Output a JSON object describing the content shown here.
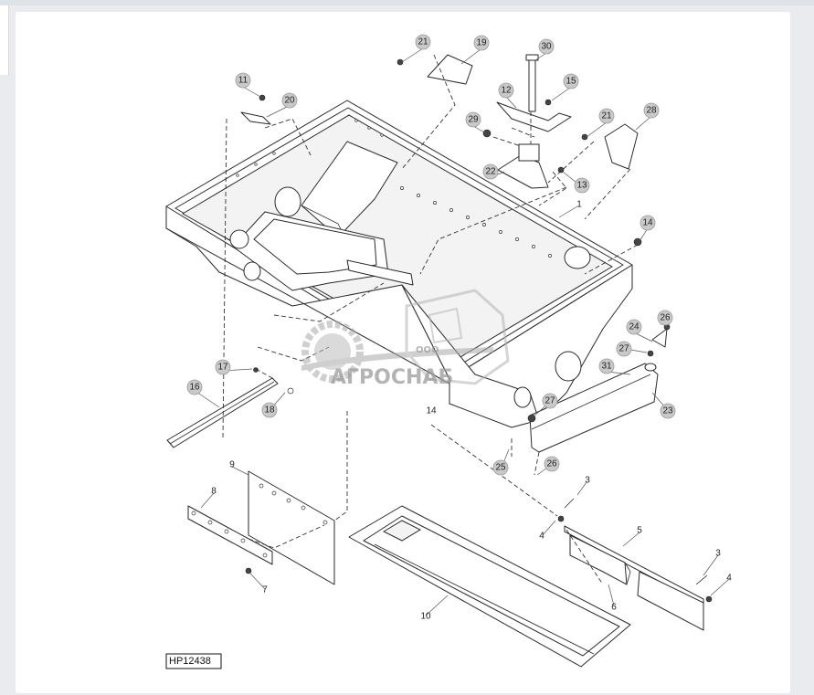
{
  "figure_id": "HP12438",
  "watermark": {
    "prefix": "ООО",
    "name": "АГРОСНАБ"
  },
  "callouts": [
    {
      "label": "21"
    },
    {
      "label": "19"
    },
    {
      "label": "30"
    },
    {
      "label": "11"
    },
    {
      "label": "20"
    },
    {
      "label": "12"
    },
    {
      "label": "15"
    },
    {
      "label": "29"
    },
    {
      "label": "21"
    },
    {
      "label": "28"
    },
    {
      "label": "22"
    },
    {
      "label": "13"
    },
    {
      "label": "1"
    },
    {
      "label": "14"
    },
    {
      "label": "26"
    },
    {
      "label": "24"
    },
    {
      "label": "27"
    },
    {
      "label": "17"
    },
    {
      "label": "31"
    },
    {
      "label": "16"
    },
    {
      "label": "18"
    },
    {
      "label": "27"
    },
    {
      "label": "23"
    },
    {
      "label": "14"
    },
    {
      "label": "25"
    },
    {
      "label": "26"
    },
    {
      "label": "9"
    },
    {
      "label": "3"
    },
    {
      "label": "8"
    },
    {
      "label": "4"
    },
    {
      "label": "5"
    },
    {
      "label": "3"
    },
    {
      "label": "4"
    },
    {
      "label": "7"
    },
    {
      "label": "6"
    },
    {
      "label": "10"
    }
  ],
  "colors": {
    "background": "#e9ebee",
    "card": "#ffffff",
    "line": "#2a2a2a",
    "callout_fill": "#c9c9c9",
    "watermark": "#9b9b9b"
  }
}
